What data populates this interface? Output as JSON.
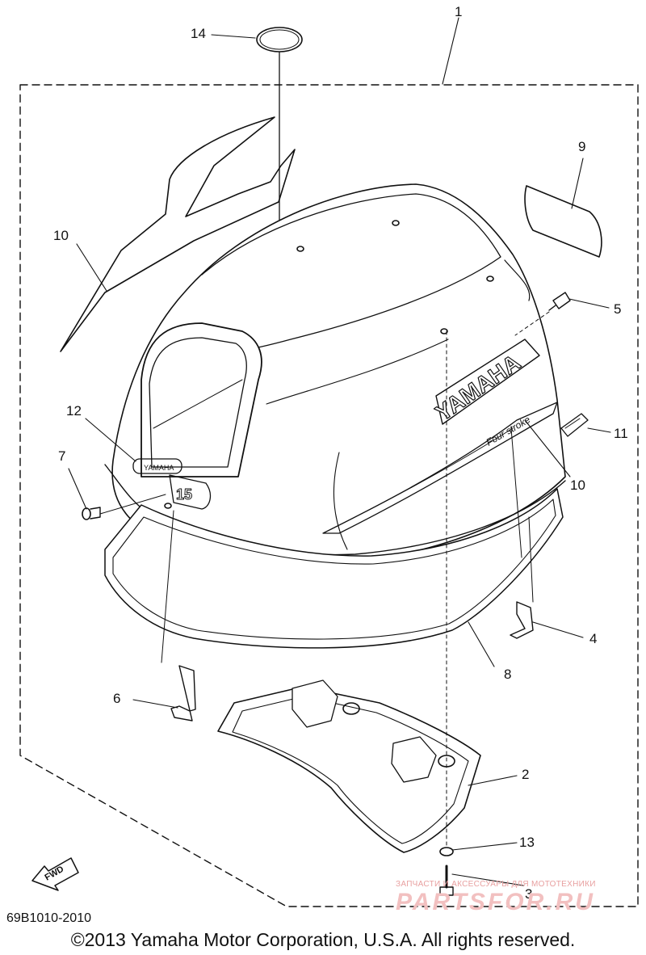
{
  "diagram": {
    "callouts": {
      "c1": "1",
      "c2": "2",
      "c3": "3",
      "c4": "4",
      "c5": "5",
      "c6": "6",
      "c7": "7",
      "c8": "8",
      "c9": "9",
      "c10a": "10",
      "c10b": "10",
      "c11": "11",
      "c12": "12",
      "c13": "13",
      "c14": "14"
    },
    "cowling_brand": "YAMAHA",
    "stripe_text": "Four stroke",
    "side_badge": "15",
    "emblem_badge": "YAMAHA",
    "fwd_label": "FWD"
  },
  "footer": {
    "ref_code": "69B1010-2010",
    "copyright": "©2013 Yamaha Motor Corporation, U.S.A. All rights reserved."
  },
  "watermark": {
    "sub": "ЗАПЧАСТИ И АКСЕССУАРЫ ДЛЯ МОТОТЕХНИКИ",
    "main": "PARTSFOR.RU"
  }
}
